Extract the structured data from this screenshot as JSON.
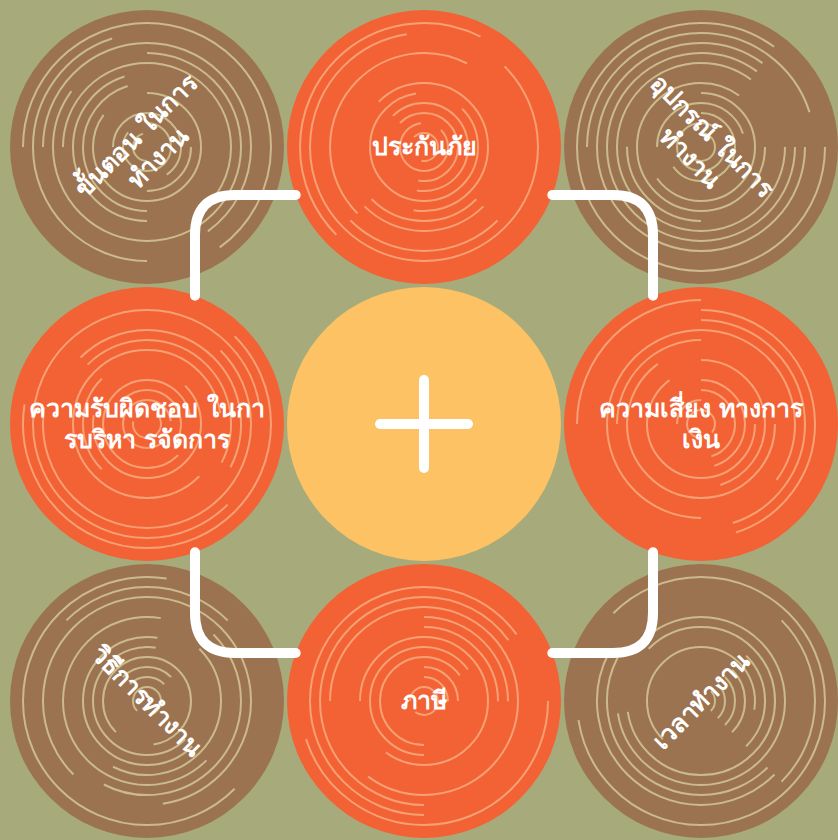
{
  "diagram": {
    "nodes": [
      {
        "text": [
          "ขั้นตอน ในการทำงาน"
        ]
      },
      {
        "text": [
          "ประกันภัย"
        ]
      },
      {
        "text": [
          "อุปกรณ์ ในการทำงาน"
        ]
      },
      {
        "text": [
          "ความรับผิดชอบ ในการบริหา รจัดการ"
        ]
      },
      {
        "text": [
          "ความเสี่ยง ทางการเงิน"
        ]
      },
      {
        "text": [
          "วิธีการทำงาน"
        ]
      },
      {
        "text": [
          "ภาษี"
        ]
      },
      {
        "text": [
          "เวลาทำงาน"
        ]
      }
    ],
    "edges": [
      {
        "from": 1,
        "to": 3,
        "arrow": "none"
      },
      {
        "from": 1,
        "to": 4,
        "arrow": "none"
      },
      {
        "from": 3,
        "to": 6,
        "arrow": "none"
      },
      {
        "from": 4,
        "to": 6,
        "arrow": "none"
      }
    ]
  }
}
